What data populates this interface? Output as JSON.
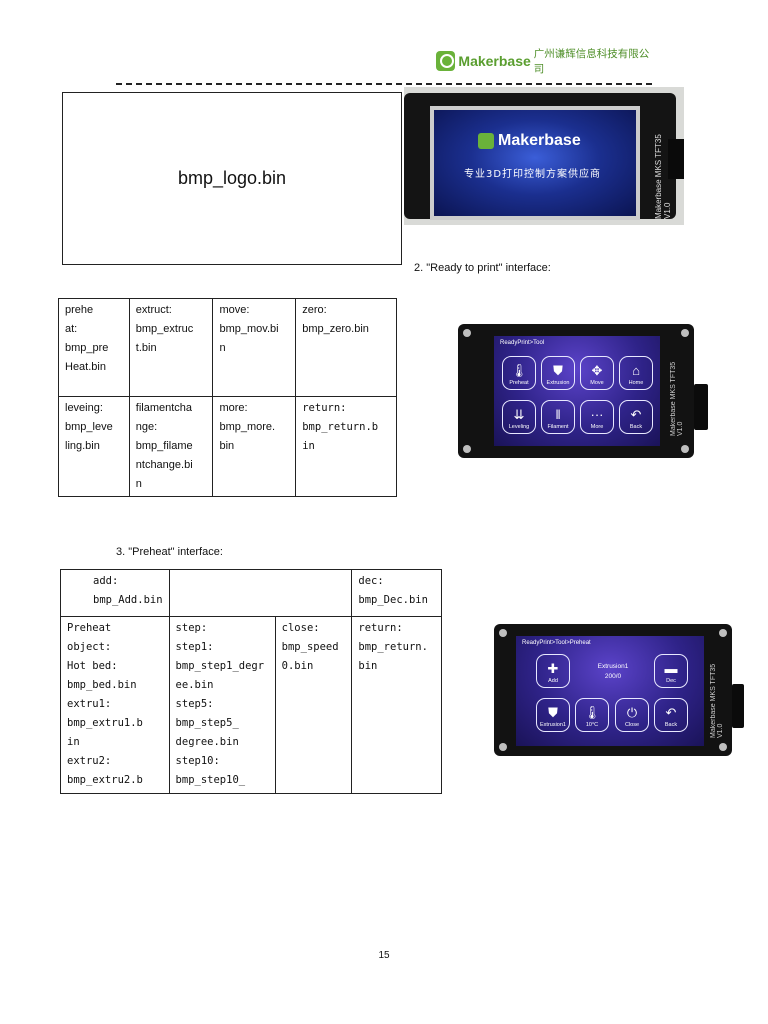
{
  "header": {
    "brand": "Makerbase",
    "brand_cn": "广州谦辉信息科技有限公司"
  },
  "logo_box": {
    "label": "bmp_logo.bin"
  },
  "photo_top": {
    "screen_brand": "Makerbase",
    "screen_subtitle": "专业3D打印控制方案供应商",
    "side_label": "Makerbase MKS TFT35 V1.0"
  },
  "section2": {
    "caption": "2.  \"Ready to print\" interface:"
  },
  "section3": {
    "caption": "3.  \"Preheat\" interface:"
  },
  "ready_device": {
    "breadcrumb": "ReadyPrint>Tool",
    "side_label": "Makerbase MKS TFT35 V1.0",
    "tiles": [
      {
        "label": "Preheat",
        "icon": "thermometer-icon",
        "glyph": "🌡"
      },
      {
        "label": "Extrusion",
        "icon": "extruder-icon",
        "glyph": "⛊"
      },
      {
        "label": "Move",
        "icon": "move-arrows-icon",
        "glyph": "✥"
      },
      {
        "label": "Home",
        "icon": "home-icon",
        "glyph": "⌂"
      },
      {
        "label": "Leveling",
        "icon": "leveling-icon",
        "glyph": "⇊"
      },
      {
        "label": "Filament",
        "icon": "filament-icon",
        "glyph": "‖"
      },
      {
        "label": "More",
        "icon": "more-dots-icon",
        "glyph": "···"
      },
      {
        "label": "Back",
        "icon": "back-arrow-icon",
        "glyph": "↶"
      }
    ]
  },
  "preheat_device": {
    "breadcrumb": "ReadyPrint>Tool>Preheat",
    "side_label": "Makerbase MKS TFT35 V1.0",
    "status_line1": "Extrusion1",
    "status_line2": "200/0",
    "tiles": [
      {
        "label": "Add",
        "icon": "plus-icon",
        "glyph": "✚"
      },
      {
        "label": "Dec",
        "icon": "minus-icon",
        "glyph": "▬"
      },
      {
        "label": "Extrusion1",
        "icon": "extruder-icon",
        "glyph": "⛊"
      },
      {
        "label": "10°C",
        "icon": "thermometer-icon",
        "glyph": "🌡"
      },
      {
        "label": "Close",
        "icon": "power-icon",
        "glyph": "⏻"
      },
      {
        "label": "Back",
        "icon": "back-arrow-icon",
        "glyph": "↶"
      }
    ]
  },
  "table_ready": {
    "rows": [
      [
        "prehe\nat:\nbmp_pre\nHeat.bin",
        "extruct:\nbmp_extruc\nt.bin",
        "move:\nbmp_mov.bi\nn",
        "zero:\nbmp_zero.bin"
      ],
      [
        "leveing:\nbmp_leve\nling.bin",
        "filamentcha\nnge:\nbmp_filame\nntchange.bi\nn",
        "more:\nbmp_more.\nbin",
        "return:\nbmp_return.b\nin"
      ]
    ]
  },
  "table_preheat": {
    "row1": [
      "add:\nbmp_Add.bin",
      "",
      "dec:\nbmp_Dec.bin"
    ],
    "row2": [
      "Preheat\nobject:\nHot bed:\nbmp_bed.bin\nextru1:\nbmp_extru1.b\nin\nextru2:\nbmp_extru2.b",
      "step:\nstep1:\nbmp_step1_degr\nee.bin\nstep5:\nbmp_step5_\ndegree.bin\nstep10:\nbmp_step10_",
      "close:\nbmp_speed\n0.bin",
      "return:\nbmp_return.\nbin"
    ]
  },
  "footer": {
    "page_number": "15"
  }
}
